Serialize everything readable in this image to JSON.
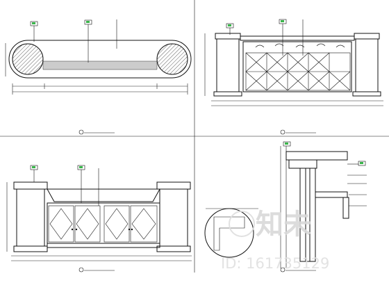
{
  "watermark": {
    "logo_text": "知未",
    "id_text": "ID: 161735129"
  },
  "panels": [
    {
      "name": "plan-view",
      "caption": ""
    },
    {
      "name": "front-elevation",
      "caption": ""
    },
    {
      "name": "back-elevation",
      "caption": ""
    },
    {
      "name": "section-detail",
      "caption": ""
    }
  ],
  "colors": {
    "line": "#111111",
    "tag_accent": "#39b54a",
    "watermark": "#e0e0e0"
  }
}
